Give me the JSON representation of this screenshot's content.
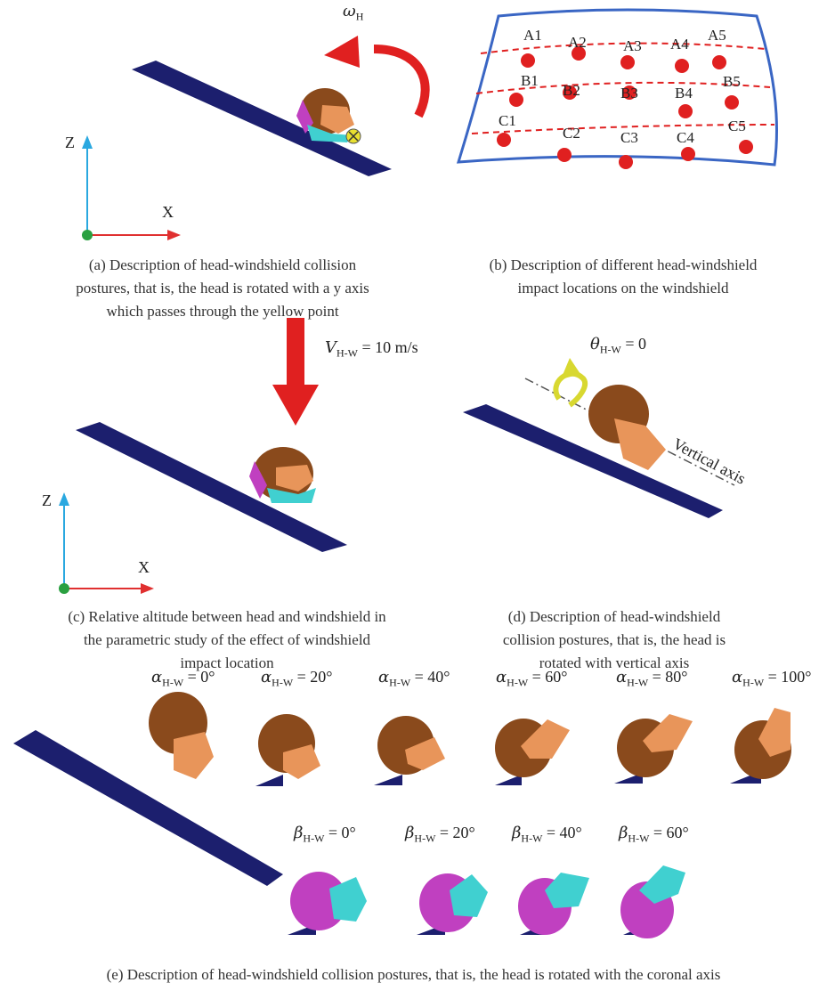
{
  "panel_a": {
    "omega_symbol": "ω",
    "omega_sub": "H",
    "axis_z": "Z",
    "axis_x": "X",
    "caption_lines": [
      "(a) Description of head-windshield collision",
      "postures, that is, the head is rotated with a y axis",
      "which passes through the yellow point"
    ]
  },
  "panel_b": {
    "row_a": [
      "A1",
      "A2",
      "A3",
      "A4",
      "A5"
    ],
    "row_b": [
      "B1",
      "B2",
      "B3",
      "B4",
      "B5"
    ],
    "row_c": [
      "C1",
      "C2",
      "C3",
      "C4",
      "C5"
    ],
    "caption_lines": [
      "(b) Description of different head-windshield",
      "impact locations on the windshield"
    ]
  },
  "panel_c": {
    "velocity_symbol": "V",
    "velocity_sub": "H-W",
    "velocity_value": " = 10 m/s",
    "axis_z": "Z",
    "axis_x": "X",
    "caption_lines": [
      "(c) Relative altitude between head and windshield in",
      "the parametric study of the effect of windshield",
      "impact location"
    ]
  },
  "panel_d": {
    "theta_symbol": "θ",
    "theta_sub": "H-W",
    "theta_value": " = 0",
    "vertical_axis": "Vertical axis",
    "caption_lines": [
      "(d) Description of head-windshield",
      "collision postures, that is, the head is",
      "rotated with vertical axis"
    ]
  },
  "panel_e": {
    "alpha_symbol": "α",
    "beta_symbol": "β",
    "sub": "H-W",
    "alpha_values": [
      " = 0°",
      " = 20°",
      " = 40°",
      " = 60°",
      " = 80°",
      " = 100°"
    ],
    "beta_values": [
      " = 0°",
      " = 20°",
      " = 40°",
      " = 60°"
    ],
    "caption": "(e) Description of head-windshield collision postures, that is, the head is rotated with the coronal axis"
  },
  "colors": {
    "windshield": "#1c1f6e",
    "head_brown": "#8a4a1c",
    "face_orange": "#e8955a",
    "magenta": "#c040c0",
    "cyan": "#40d0d0",
    "arrow_red": "#e02020",
    "dash_red": "#e02020",
    "frame_blue": "#3a66c4",
    "axis_blue": "#2aa8e0",
    "axis_red": "#e03030",
    "origin_green": "#2aa040",
    "yellow_arrow": "#d8d830"
  }
}
